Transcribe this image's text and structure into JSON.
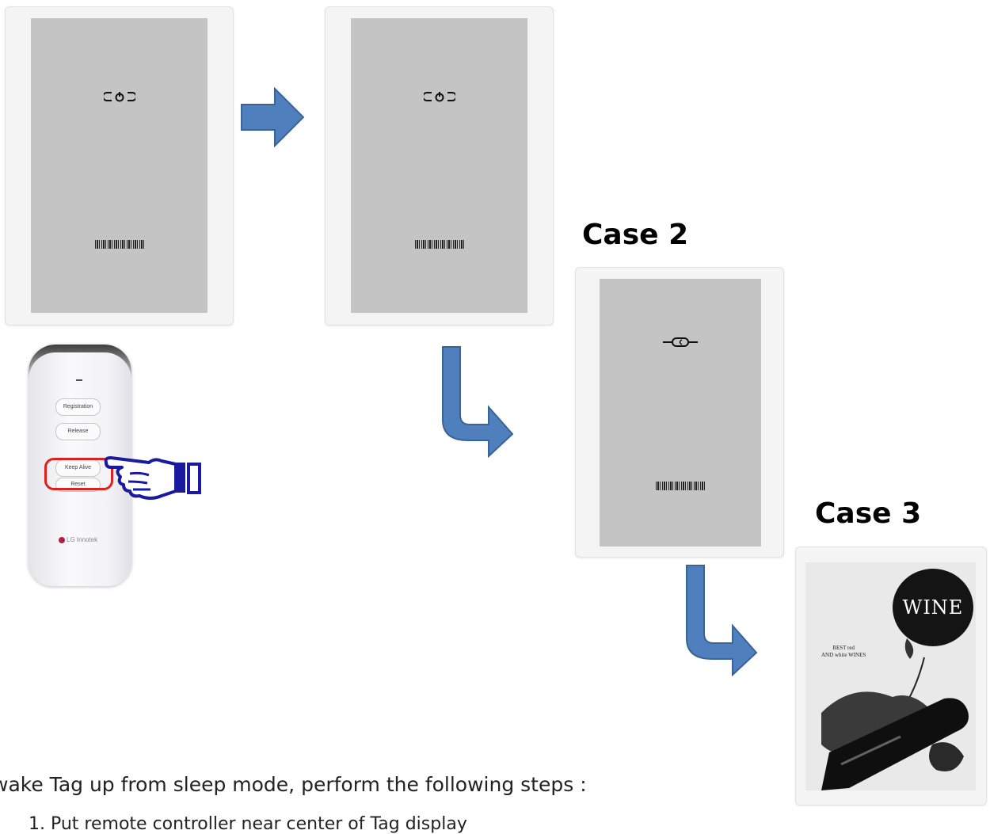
{
  "cases": [
    {
      "label": "Case 2"
    },
    {
      "label": "Case 3"
    }
  ],
  "remote": {
    "buttons": [
      "Registration",
      "Release",
      "Keep Alive",
      "Reset"
    ],
    "brand": "LG Innotek",
    "highlight_color": "#e0201f"
  },
  "wine_display": {
    "title": "WINE",
    "subtitle_line1": "BEST red",
    "subtitle_line2": "AND white WINES"
  },
  "instruction": {
    "text": "wake Tag up from sleep mode, perform the following steps :",
    "step1": "1.    Put remote controller near center of Tag display"
  },
  "colors": {
    "arrow": "#4f80bd",
    "arrow_outline": "#3a6396",
    "screen": "#c4c4c4",
    "pointer_hand": "#1a1aa0"
  },
  "icons": [
    "power-sleep-icon",
    "link-icon",
    "barcode-icon",
    "arrow-right-icon",
    "arrow-down-right-icon",
    "pointing-hand-icon"
  ]
}
